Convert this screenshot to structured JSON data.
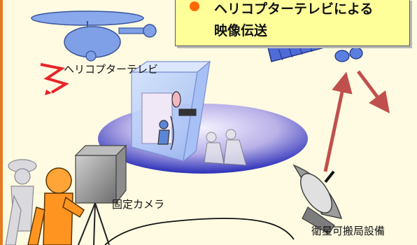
{
  "title": {
    "line1": "ヘリコプターテレビによる",
    "line2": "映像伝送"
  },
  "labels": {
    "helicopter_tv": "ヘリコプターテレビ",
    "fixed_camera": "固定カメラ",
    "satellite_station": "衛星可搬局設備"
  },
  "colors": {
    "background": "#fffbe2",
    "title_box": "#ffff9a",
    "bullet": "#ff6a00",
    "helicopter": "#7f9fe6",
    "satellite_body": "#1c52c8",
    "signal_arrow": "#c0504d",
    "lightning": "#e8242a",
    "platform": "#2b2fb8"
  }
}
